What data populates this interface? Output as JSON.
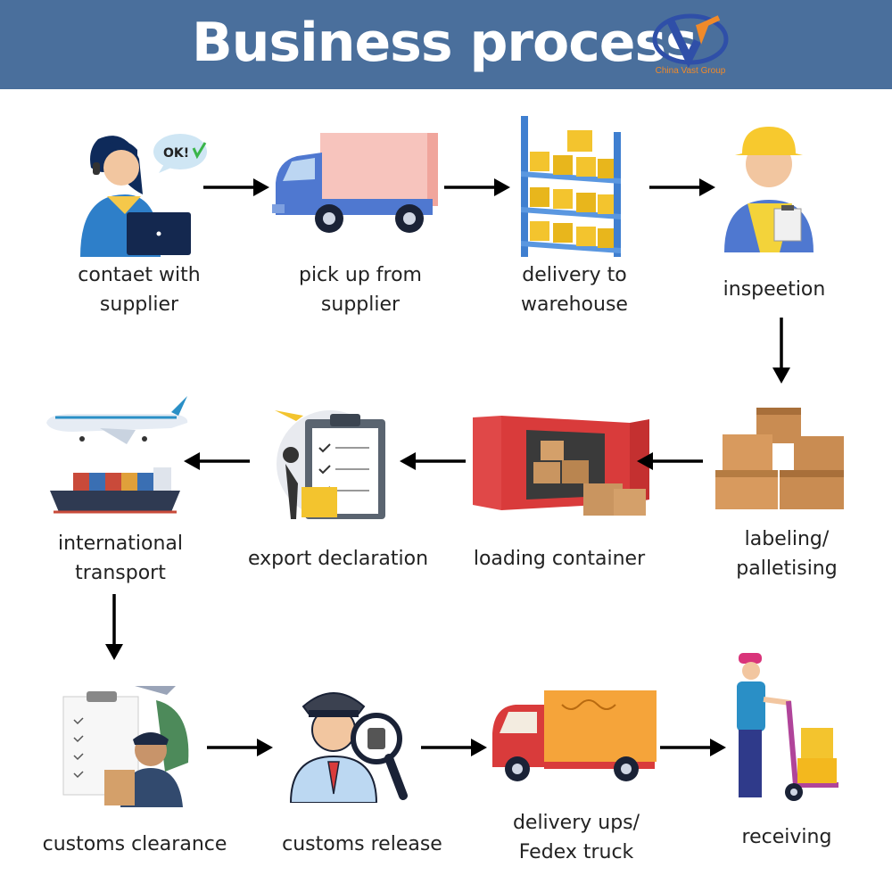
{
  "header": {
    "title": "Business process",
    "logo_text": "China Vast Group",
    "colors": {
      "bar": "#4a6f9c",
      "logo_blue": "#2f4fa8",
      "logo_orange": "#f08a2a"
    }
  },
  "steps": [
    {
      "line1": "contaet with",
      "line2": "supplier",
      "icon": "operator-icon"
    },
    {
      "line1": "pick up from",
      "line2": "supplier",
      "icon": "van-icon"
    },
    {
      "line1": "delivery to",
      "line2": "warehouse",
      "icon": "warehouse-shelf-icon"
    },
    {
      "line1": "inspeetion",
      "icon": "inspector-icon"
    },
    {
      "line1": "labeling/",
      "line2": "palletising",
      "icon": "boxes-icon"
    },
    {
      "line1": "loading container",
      "icon": "container-icon"
    },
    {
      "line1": "export declaration",
      "icon": "clipboard-icon"
    },
    {
      "line1": "international",
      "line2": "transport",
      "icon": "plane-ship-icon"
    },
    {
      "line1": "customs clearance",
      "icon": "customs-officer-icon"
    },
    {
      "line1": "customs release",
      "icon": "officer-magnifier-icon"
    },
    {
      "line1": "delivery ups/",
      "line2": "Fedex truck",
      "icon": "delivery-truck-icon"
    },
    {
      "line1": "receiving",
      "icon": "hand-truck-icon"
    }
  ]
}
